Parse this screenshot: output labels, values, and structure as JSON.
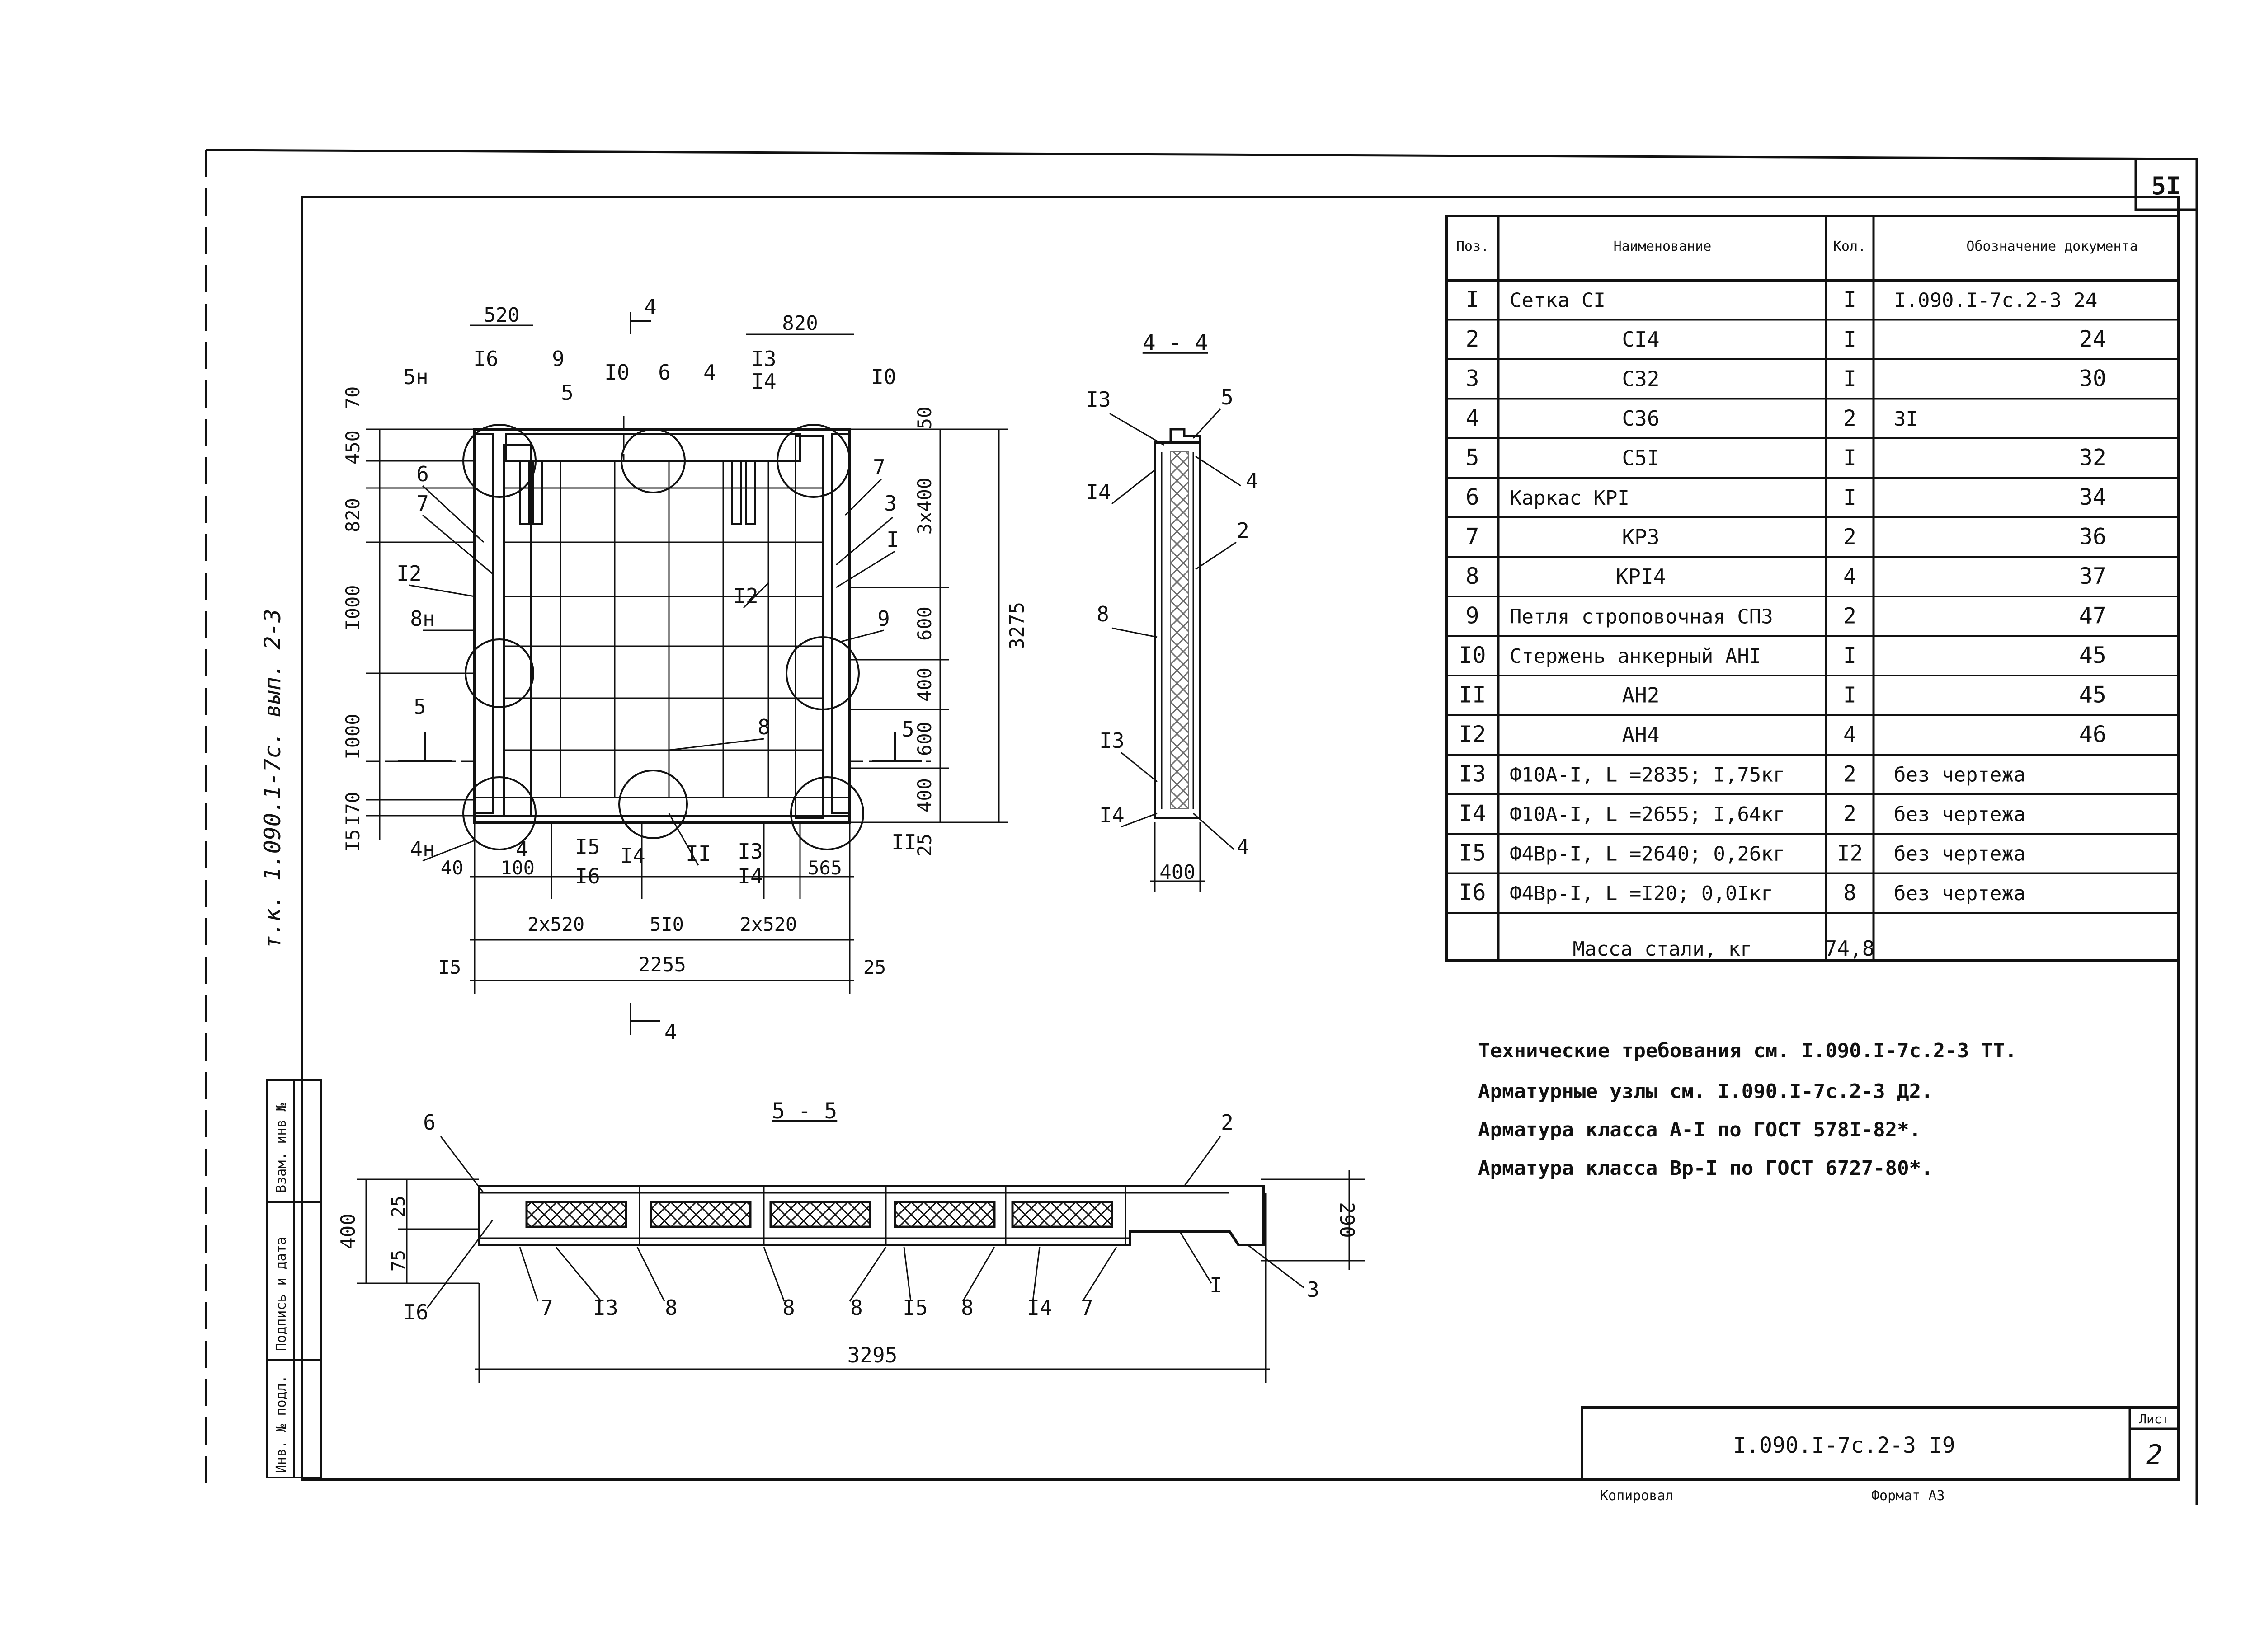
{
  "sheet": {
    "sheet_number": "5I",
    "side_stamp": "т.к. 1.090.1-7с. вып. 2-3",
    "side_cells": [
      "Инв. № подл.",
      "Подпись и дата",
      "Взам. инв №"
    ],
    "code": "I.090.I-7c.2-3 I9",
    "list_label": "Лист",
    "list_number": "2",
    "copied_label": "Копировал",
    "format_label": "Формат А3"
  },
  "table": {
    "headers": [
      "Поз.",
      "Наименование",
      "Кол.",
      "Обозначение документа"
    ],
    "rows": [
      {
        "pos": "I",
        "name": "Сетка CI",
        "qty": "I",
        "doc": "I.090.I-7c.2-3 24"
      },
      {
        "pos": "2",
        "name": "CI4",
        "qty": "I",
        "doc": "24"
      },
      {
        "pos": "3",
        "name": "C32",
        "qty": "I",
        "doc": "30"
      },
      {
        "pos": "4",
        "name": "C36",
        "qty": "2",
        "doc": "3I"
      },
      {
        "pos": "5",
        "name": "C5I",
        "qty": "I",
        "doc": "32"
      },
      {
        "pos": "6",
        "name": "Каркас KPI",
        "qty": "I",
        "doc": "34"
      },
      {
        "pos": "7",
        "name": "KP3",
        "qty": "2",
        "doc": "36"
      },
      {
        "pos": "8",
        "name": "KPI4",
        "qty": "4",
        "doc": "37"
      },
      {
        "pos": "9",
        "name": "Петля строповочная СПЗ",
        "qty": "2",
        "doc": "47"
      },
      {
        "pos": "I0",
        "name": "Стержень анкерный AHI",
        "qty": "I",
        "doc": "45"
      },
      {
        "pos": "II",
        "name": "AH2",
        "qty": "I",
        "doc": "45"
      },
      {
        "pos": "I2",
        "name": "AH4",
        "qty": "4",
        "doc": "46"
      },
      {
        "pos": "I3",
        "name": "Ф10А-I, L =2835; I,75кг",
        "qty": "2",
        "doc": "без чертежа"
      },
      {
        "pos": "I4",
        "name": "Ф10А-I, L =2655; I,64кг",
        "qty": "2",
        "doc": "без чертежа"
      },
      {
        "pos": "I5",
        "name": "Ф4Вр-I, L =2640; 0,26кг",
        "qty": "I2",
        "doc": "без чертежа"
      },
      {
        "pos": "I6",
        "name": "Ф4Вр-I, L =I20; 0,0Iкг",
        "qty": "8",
        "doc": "без чертежа"
      }
    ],
    "total_label": "Масса стали, кг",
    "total_value": "74,8"
  },
  "notes": [
    "Технические требования см. I.090.I-7c.2-3 TT.",
    "Арматурные узлы см. I.090.I-7c.2-3 Д2.",
    "Арматура класса А-I по ГОСТ 578I-82*.",
    "Арматура класса Вр-I по ГОСТ 6727-80*."
  ],
  "plan": {
    "section_mark": "4",
    "top_dims": [
      "520",
      "820"
    ],
    "bottom_dims_row1": [
      "40",
      "100",
      "565"
    ],
    "bottom_dims_row2": [
      "2x520",
      "5I0",
      "2x520"
    ],
    "overall_width": "2255",
    "edge_left": "I5",
    "edge_right": "25",
    "left_dims": [
      "70",
      "450",
      "820",
      "I000",
      "I000",
      "I70",
      "I5"
    ],
    "right_dims": [
      "50",
      "3x400",
      "600",
      "400",
      "600",
      "400",
      "25"
    ],
    "overall_height": "3275",
    "cut_mark": "5",
    "labels": [
      "5н",
      "I6",
      "9",
      "I0",
      "6",
      "4",
      "I3",
      "I4",
      "I0",
      "5",
      "6",
      "7",
      "7",
      "3",
      "I",
      "I2",
      "I2",
      "8н",
      "9",
      "8",
      "4н",
      "4",
      "I5",
      "I6",
      "I4",
      "II",
      "I3",
      "I4",
      "II"
    ]
  },
  "section_44": {
    "title": "4 - 4",
    "width_dim": "400",
    "labels": [
      "I3",
      "5",
      "I4",
      "4",
      "2",
      "8",
      "I3",
      "I4",
      "4"
    ]
  },
  "section_55": {
    "title": "5 - 5",
    "overall_length": "3295",
    "dims_left": [
      "400",
      "25",
      "75"
    ],
    "dim_right": "290",
    "labels": [
      "6",
      "2",
      "I6",
      "7",
      "I3",
      "8",
      "8",
      "8",
      "I5",
      "8",
      "I4",
      "7",
      "I",
      "3"
    ]
  }
}
